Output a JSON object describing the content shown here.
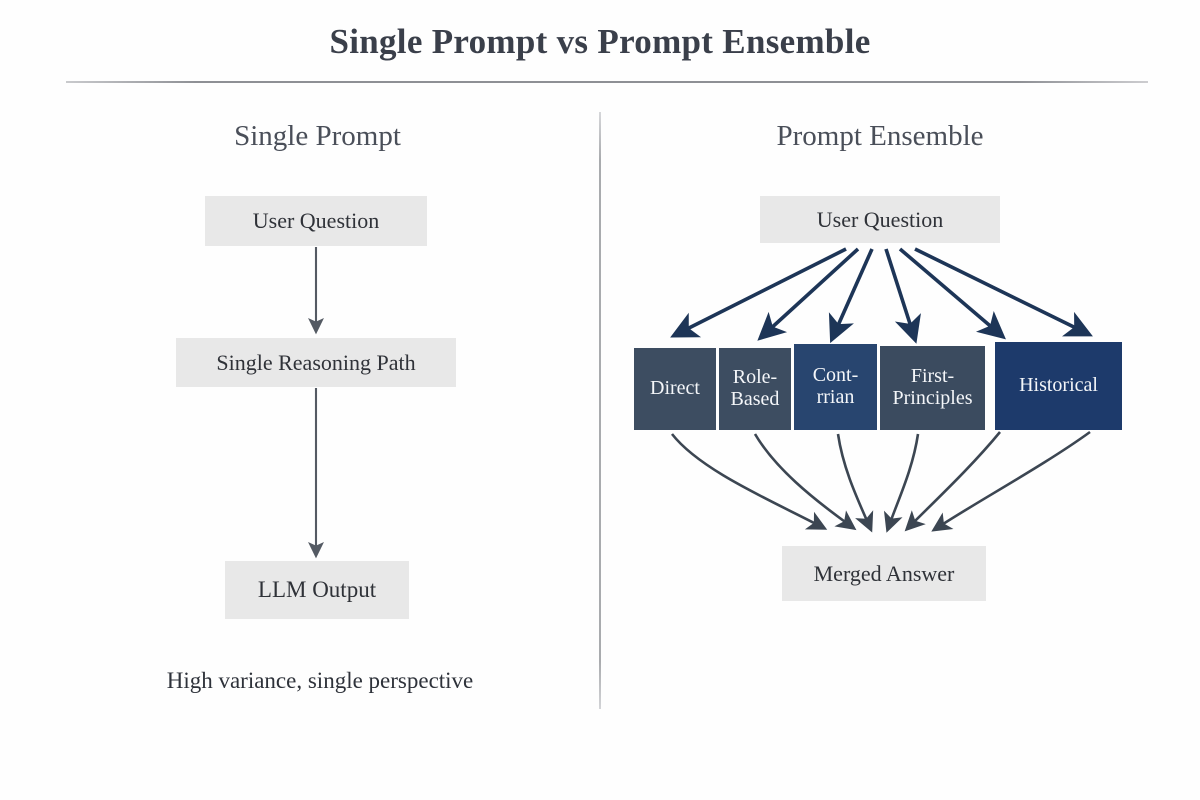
{
  "title": "Single Prompt vs Prompt Ensemble",
  "colors": {
    "background": "#fefefe",
    "title_text": "#3a3f4a",
    "rule": "#8e9095",
    "divider": "#a9abae",
    "light_box_fill": "#e8e8e8",
    "light_box_text": "#2f3238",
    "slate_box_fill": "#3d4d61",
    "navy_box_fill": "#1f3f72",
    "deep_navy_box_fill": "#1d3a6b",
    "dark_box_text": "#f4f6f9",
    "fanout_arrow": "#1d3557",
    "merge_arrow": "#3c4652",
    "plain_arrow": "#545a63"
  },
  "left_column": {
    "heading": "Single Prompt",
    "nodes": [
      {
        "id": "user-question",
        "label": "User Question"
      },
      {
        "id": "single-reasoning-path",
        "label": "Single Reasoning Path"
      },
      {
        "id": "llm-output",
        "label": "LLM Output"
      }
    ],
    "caption": "High variance, single perspective"
  },
  "right_column": {
    "heading": "Prompt Ensemble",
    "source_node": {
      "id": "user-question",
      "label": "User Question"
    },
    "prompt_boxes": [
      {
        "id": "direct",
        "label": "Direct",
        "fill": "#3d4d61"
      },
      {
        "id": "role-based",
        "label": "Role-\nBased",
        "fill": "#3d4d61"
      },
      {
        "id": "contrarian",
        "label": "Cont-\nrrian",
        "fill": "#28456f"
      },
      {
        "id": "first-principles",
        "label": "First-\nPrinciples",
        "fill": "#3b4b5f"
      },
      {
        "id": "historical",
        "label": "Historical",
        "fill": "#1d3a6b"
      }
    ],
    "merge_node": {
      "id": "merged-answer",
      "label": "Merged Answer"
    },
    "fanout_arrow_count": 6,
    "merge_arrow_count": 6
  }
}
